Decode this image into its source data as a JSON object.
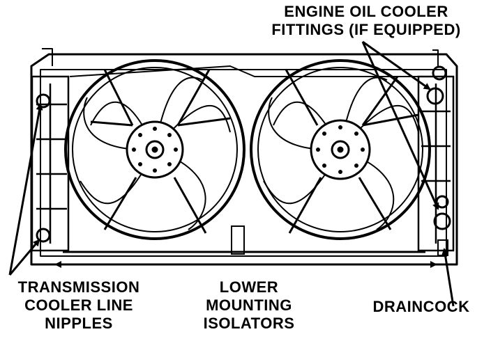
{
  "callouts": {
    "oil_cooler": {
      "line1": "ENGINE OIL COOLER",
      "line2": "FITTINGS (IF EQUIPPED)"
    },
    "transmission": {
      "line1": "TRANSMISSION",
      "line2": "COOLER LINE",
      "line3": "NIPPLES"
    },
    "isolators": {
      "line1": "LOWER",
      "line2": "MOUNTING",
      "line3": "ISOLATORS"
    },
    "draincock": {
      "line1": "DRAINCOCK"
    }
  },
  "colors": {
    "ink": "#000000",
    "paper": "#ffffff"
  }
}
